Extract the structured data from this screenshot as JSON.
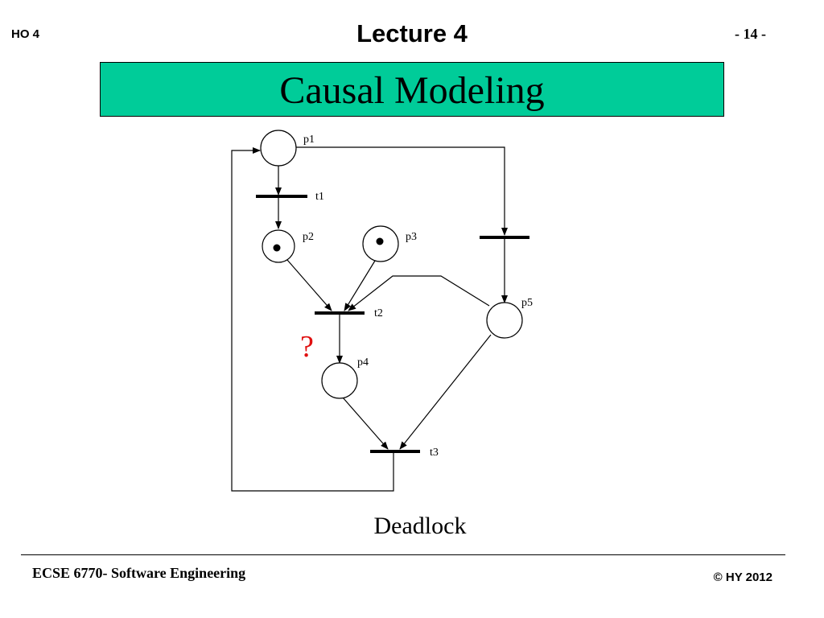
{
  "header": {
    "handout": "HO  4",
    "lecture": "Lecture  4",
    "page": "- 14 -"
  },
  "title": "Causal Modeling",
  "diagram": {
    "places": [
      {
        "id": "p1",
        "label": "p1",
        "token": false
      },
      {
        "id": "p2",
        "label": "p2",
        "token": true
      },
      {
        "id": "p3",
        "label": "p3",
        "token": true
      },
      {
        "id": "p4",
        "label": "p4",
        "token": false
      },
      {
        "id": "p5",
        "label": "p5",
        "token": false
      }
    ],
    "transitions": [
      {
        "id": "t1",
        "label": "t1"
      },
      {
        "id": "t2",
        "label": "t2"
      },
      {
        "id": "t3",
        "label": "t3"
      },
      {
        "id": "tx",
        "label": ""
      }
    ],
    "question_mark": "?",
    "question_color": "#e01010"
  },
  "caption": "Deadlock",
  "footer": {
    "course": "ECSE 6770- Software Engineering",
    "copyright": "© HY  2012"
  },
  "colors": {
    "banner": "#00cc99"
  }
}
